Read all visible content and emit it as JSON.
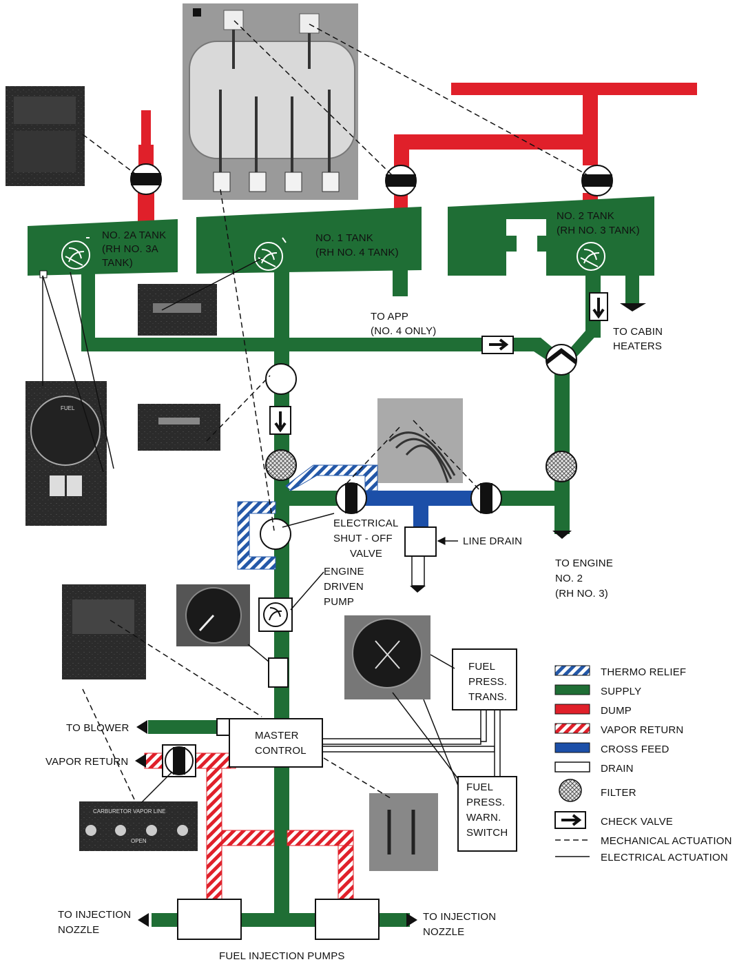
{
  "colors": {
    "supply": "#1f6e35",
    "dump": "#e0202a",
    "cross_feed": "#1c4fa8",
    "thermo_blue": "#2458a8",
    "white": "#ffffff",
    "ink": "#111111"
  },
  "tanks": {
    "tank_2a": [
      "NO. 2A TANK",
      "(RH NO. 3A",
      "TANK)"
    ],
    "tank_1": [
      "NO. 1 TANK",
      "(RH NO. 4 TANK)"
    ],
    "tank_2": [
      "NO. 2 TANK",
      "(RH NO. 3 TANK)"
    ]
  },
  "labels": {
    "to_app": [
      "TO APP",
      "(NO. 4 ONLY)"
    ],
    "to_cabin_heaters": [
      "TO CABIN",
      "HEATERS"
    ],
    "electrical_shutoff": [
      "ELECTRICAL",
      "SHUT - OFF",
      "VALVE"
    ],
    "line_drain": "LINE DRAIN",
    "to_engine": [
      "TO ENGINE",
      "NO. 2",
      "(RH NO. 3)"
    ],
    "engine_driven_pump": [
      "ENGINE",
      "DRIVEN",
      "PUMP"
    ],
    "fuel_press_trans": [
      "FUEL",
      "PRESS.",
      "TRANS."
    ],
    "fuel_press_warn": [
      "FUEL",
      "PRESS.",
      "WARN.",
      "SWITCH"
    ],
    "master_control": [
      "MASTER",
      "CONTROL"
    ],
    "to_blower": "TO BLOWER",
    "vapor_return": "VAPOR RETURN",
    "to_injection_nozzle_left": [
      "TO INJECTION",
      "NOZZLE"
    ],
    "to_injection_nozzle_right": [
      "TO INJECTION",
      "NOZZLE"
    ],
    "fuel_injection_pumps": "FUEL INJECTION PUMPS"
  },
  "photo_text": {
    "fuel_gauge_title": "FUEL",
    "carb_panel": "CARBURETOR VAPOR LINE",
    "carb_open": "OPEN"
  },
  "legend": [
    {
      "key": "thermo_relief",
      "label": "THERMO RELIEF"
    },
    {
      "key": "supply",
      "label": "SUPPLY"
    },
    {
      "key": "dump",
      "label": "DUMP"
    },
    {
      "key": "vapor_return",
      "label": "VAPOR RETURN"
    },
    {
      "key": "cross_feed",
      "label": "CROSS FEED"
    },
    {
      "key": "drain",
      "label": "DRAIN"
    },
    {
      "key": "filter",
      "label": "FILTER"
    },
    {
      "key": "check_valve",
      "label": "CHECK VALVE"
    },
    {
      "key": "mechanical_actuation",
      "label": "MECHANICAL ACTUATION"
    },
    {
      "key": "electrical_actuation",
      "label": "ELECTRICAL ACTUATION"
    }
  ]
}
